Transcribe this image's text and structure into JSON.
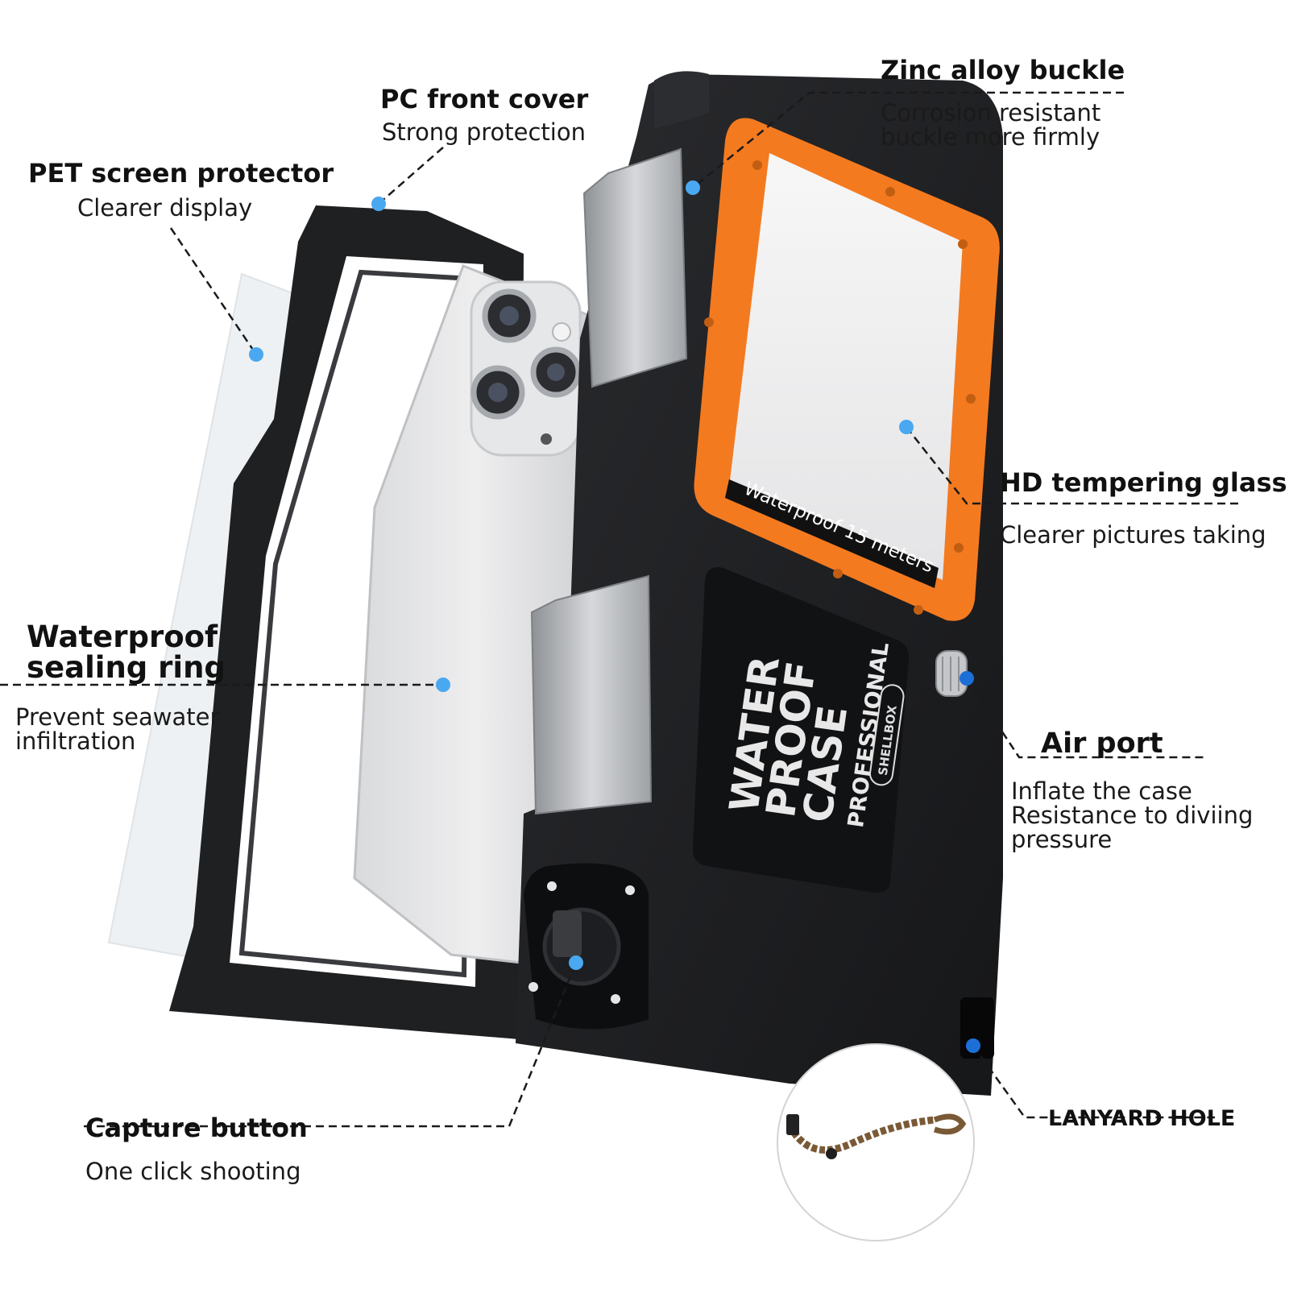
{
  "callouts": {
    "pet": {
      "title": "PET screen protector",
      "desc": "Clearer display"
    },
    "pc": {
      "title": "PC front cover",
      "desc": "Strong protection"
    },
    "zinc": {
      "title": "Zinc alloy buckle",
      "desc_line1": "Corrosion resistant",
      "desc_line2": "buckle more firmly"
    },
    "hd": {
      "title": "HD tempering glass",
      "desc": "Clearer pictures taking"
    },
    "seal": {
      "title_line1": "Waterproof",
      "title_line2": "sealing ring",
      "desc_line1": "Prevent seawater",
      "desc_line2": "infiltration"
    },
    "air": {
      "title": "Air port",
      "desc_line1": "Inflate the case",
      "desc_line2": "Resistance to diviing",
      "desc_line3": "pressure"
    },
    "capture": {
      "title": "Capture button",
      "desc": "One click shooting"
    },
    "lanyard": {
      "title": "LANYARD HOLE"
    }
  },
  "product": {
    "window_text": "Waterproof 15 meters",
    "logo_line1": "WATER",
    "logo_line2": "PROOF",
    "logo_line3": "CASE",
    "logo_sub": "PROFESSIONAL",
    "brand": "SHELLBOX"
  },
  "colors": {
    "accent_orange": "#f47a20",
    "case_black": "#1c1d1f",
    "dot_blue": "#4aa8f0",
    "dot_blue_dark": "#1d6fd8",
    "silver": "#c4c6c9"
  }
}
